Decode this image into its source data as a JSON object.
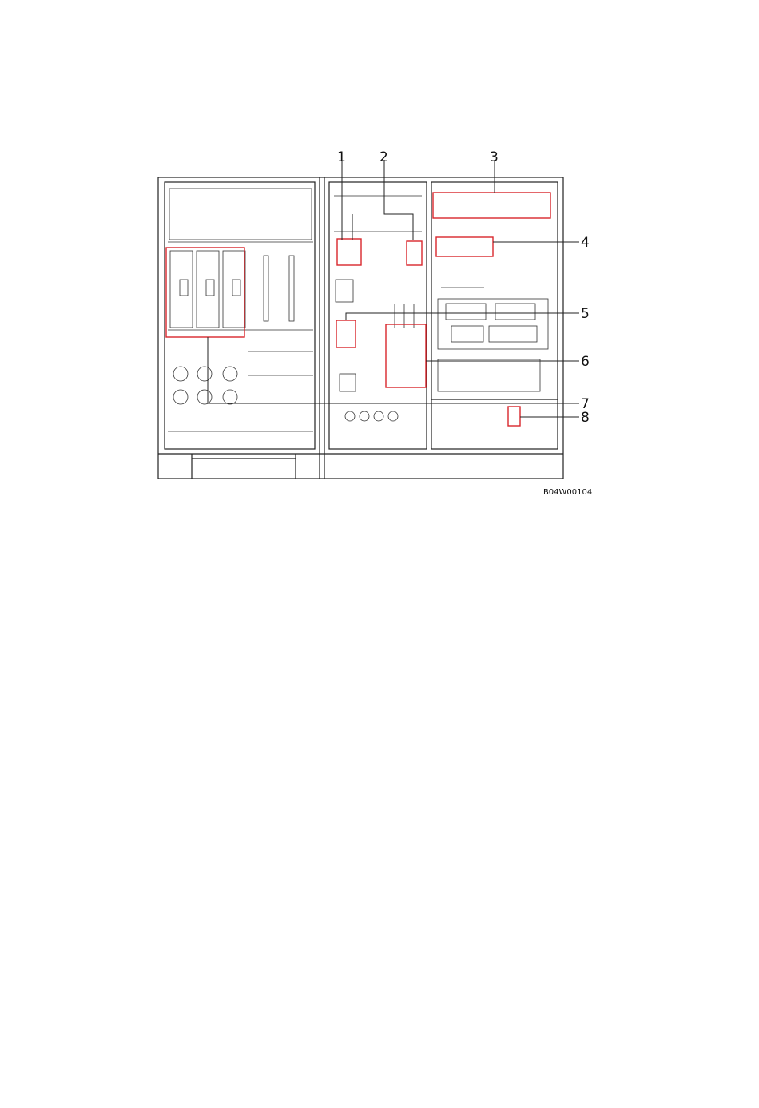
{
  "figure": {
    "id": "IB04W00104",
    "callouts": [
      {
        "label": "1"
      },
      {
        "label": "2"
      },
      {
        "label": "3"
      },
      {
        "label": "4"
      },
      {
        "label": "5"
      },
      {
        "label": "6"
      },
      {
        "label": "7"
      },
      {
        "label": "8"
      }
    ]
  },
  "colors": {
    "line": "#222222",
    "highlight": "#d8262c",
    "gray": "#888888"
  }
}
